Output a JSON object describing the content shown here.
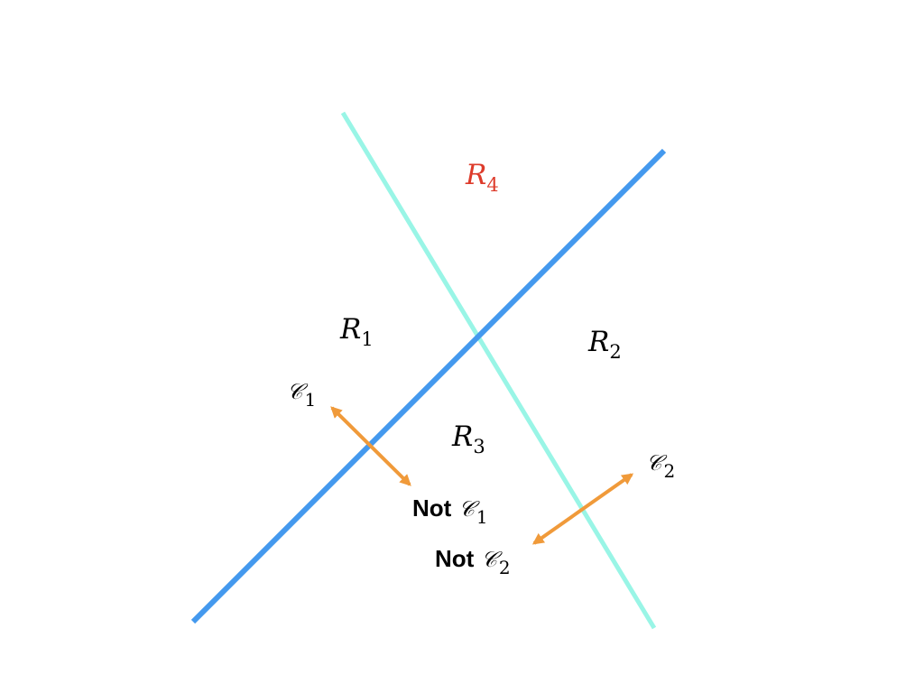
{
  "colors": {
    "boundary_1": "#4499ee",
    "boundary_2": "#99f5e6",
    "arrow": "#f09a3a",
    "text": "#000000",
    "highlight_region": "#dd3b2b"
  },
  "regions": {
    "r1": {
      "letter": "R",
      "sub": "1"
    },
    "r2": {
      "letter": "R",
      "sub": "2"
    },
    "r3": {
      "letter": "R",
      "sub": "3"
    },
    "r4": {
      "letter": "R",
      "sub": "4"
    }
  },
  "classes": {
    "c1": {
      "symbol": "𝒞",
      "sub": "1"
    },
    "c2": {
      "symbol": "𝒞",
      "sub": "2"
    }
  },
  "not_classes": {
    "not_c1": {
      "word": "Not",
      "symbol": "𝒞",
      "sub": "1"
    },
    "not_c2": {
      "word": "Not",
      "symbol": "𝒞",
      "sub": "2"
    }
  }
}
